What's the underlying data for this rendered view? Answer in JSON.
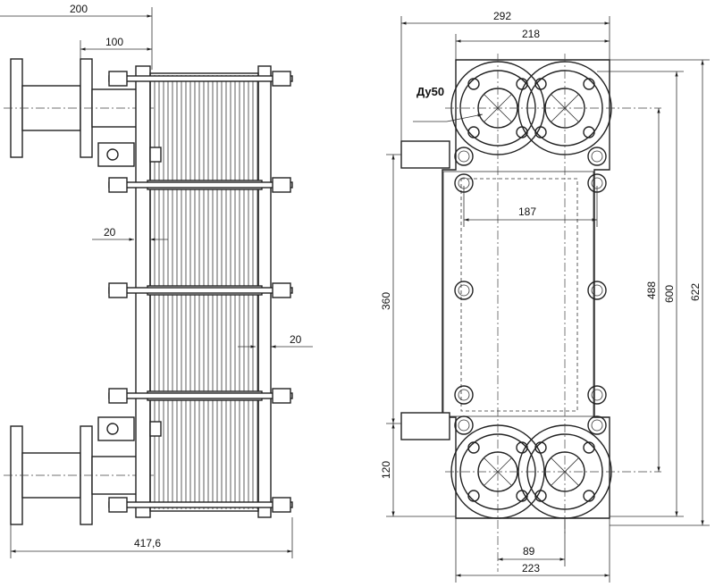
{
  "dimensions": {
    "side_total_200": "200",
    "side_flange_100": "100",
    "side_gap_left_20": "20",
    "side_gap_right_20": "20",
    "side_length_417_6": "417,6",
    "front_width_292": "292",
    "front_width_218": "218",
    "front_inner_187": "187",
    "front_height_360": "360",
    "front_height_488": "488",
    "front_height_600": "600",
    "front_height_622": "622",
    "front_height_120": "120",
    "front_bottom_89": "89",
    "front_bottom_223": "223"
  },
  "labels": {
    "port_nominal": "Ду50"
  }
}
